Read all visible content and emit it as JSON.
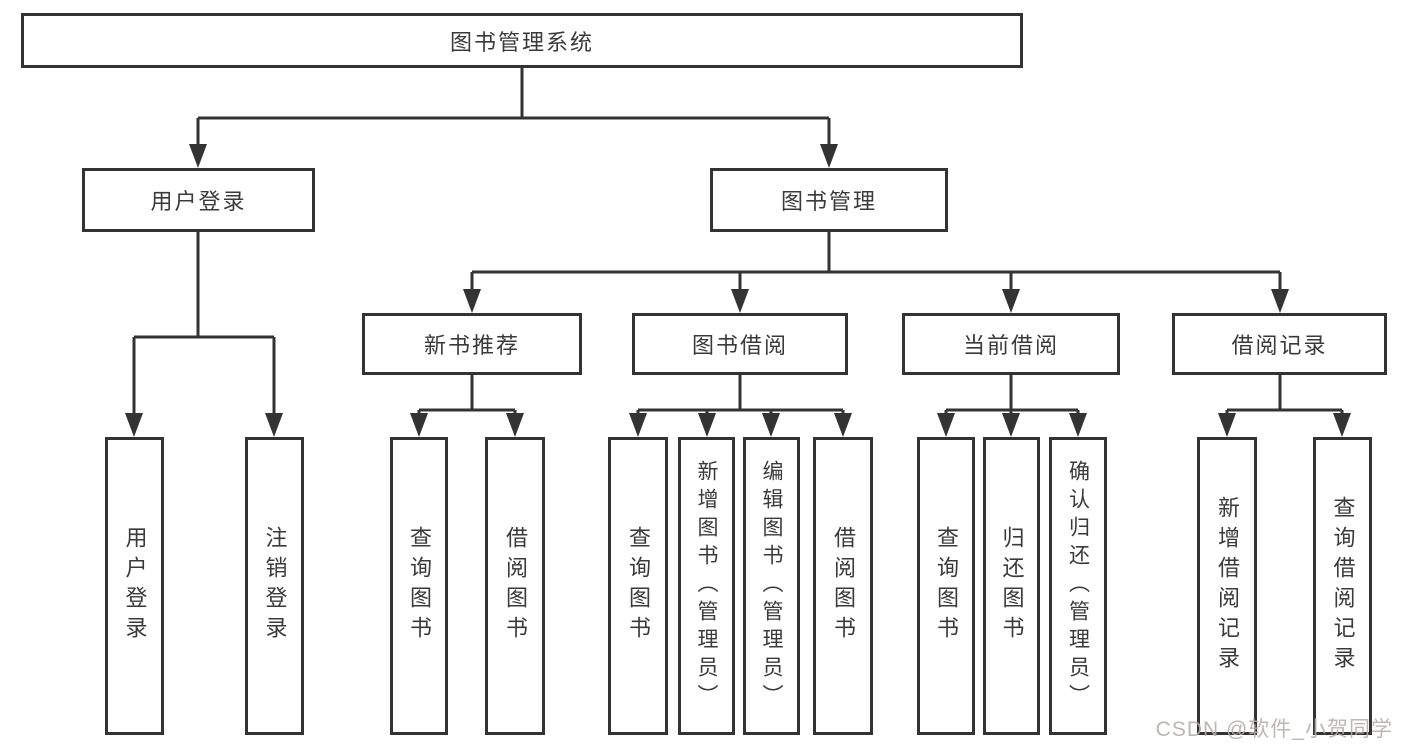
{
  "diagram": {
    "root": {
      "label": "图书管理系统"
    },
    "branches": [
      {
        "label": "用户登录",
        "children": [
          "用户登录",
          "注销登录"
        ]
      },
      {
        "label": "图书管理",
        "groups": [
          {
            "label": "新书推荐",
            "children": [
              "查询图书",
              "借阅图书"
            ]
          },
          {
            "label": "图书借阅",
            "children": [
              "查询图书",
              "新增图书（管理员）",
              "编辑图书（管理员）",
              "借阅图书"
            ]
          },
          {
            "label": "当前借阅",
            "children": [
              "查询图书",
              "归还图书",
              "确认归还（管理员）"
            ]
          },
          {
            "label": "借阅记录",
            "children": [
              "新增借阅记录",
              "查询借阅记录"
            ]
          }
        ]
      }
    ]
  },
  "watermark": "CSDN @软件_小贺同学",
  "colors": {
    "line": "#333333",
    "text": "#3a3a3a",
    "watermark": "#b3b0ad",
    "background": "#ffffff"
  }
}
